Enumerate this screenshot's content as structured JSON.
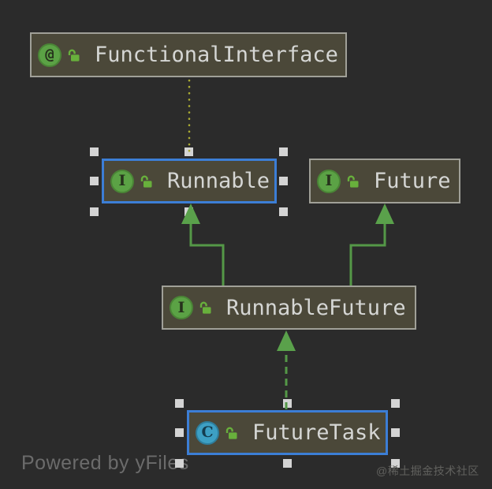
{
  "diagram": {
    "nodes": [
      {
        "label": "FunctionalInterface",
        "icon_glyph": "@",
        "icon_type": "annotation",
        "selected": false
      },
      {
        "label": "Runnable",
        "icon_glyph": "I",
        "icon_type": "interface",
        "selected": true
      },
      {
        "label": "Future",
        "icon_glyph": "I",
        "icon_type": "interface",
        "selected": false
      },
      {
        "label": "RunnableFuture",
        "icon_glyph": "I",
        "icon_type": "interface",
        "selected": false
      },
      {
        "label": "FutureTask",
        "icon_glyph": "C",
        "icon_type": "class",
        "selected": true
      }
    ],
    "edges": [
      {
        "from": "Runnable",
        "to": "FunctionalInterface",
        "type": "annotated-with",
        "style": "dotted",
        "color": "#aaab33"
      },
      {
        "from": "RunnableFuture",
        "to": "Runnable",
        "type": "extends",
        "style": "solid",
        "color": "#549847"
      },
      {
        "from": "RunnableFuture",
        "to": "Future",
        "type": "extends",
        "style": "solid",
        "color": "#549847"
      },
      {
        "from": "FutureTask",
        "to": "RunnableFuture",
        "type": "implements",
        "style": "dashed",
        "color": "#549847"
      }
    ]
  },
  "watermarks": {
    "powered_by": "Powered by yFiles",
    "community": "@稀土掘金技术社区"
  },
  "colors": {
    "background": "#2b2b2b",
    "node_fill": "#4b4839",
    "node_border": "#a0a098",
    "selection": "#3c7ed6",
    "handle": "#d4d4d4",
    "label": "#d5d6d4",
    "edge_green": "#549847",
    "edge_arrow": "#5aa14b",
    "edge_dotted": "#aaab33",
    "icon_interface_fill": "#5ba245",
    "icon_interface_ring": "#4a8536",
    "icon_class_fill": "#3da0c4",
    "icon_class_ring": "#2e7d9b",
    "lock": "#68b03c",
    "watermark_yfiles": "#6b6b6b",
    "watermark_community": "#61615e"
  }
}
